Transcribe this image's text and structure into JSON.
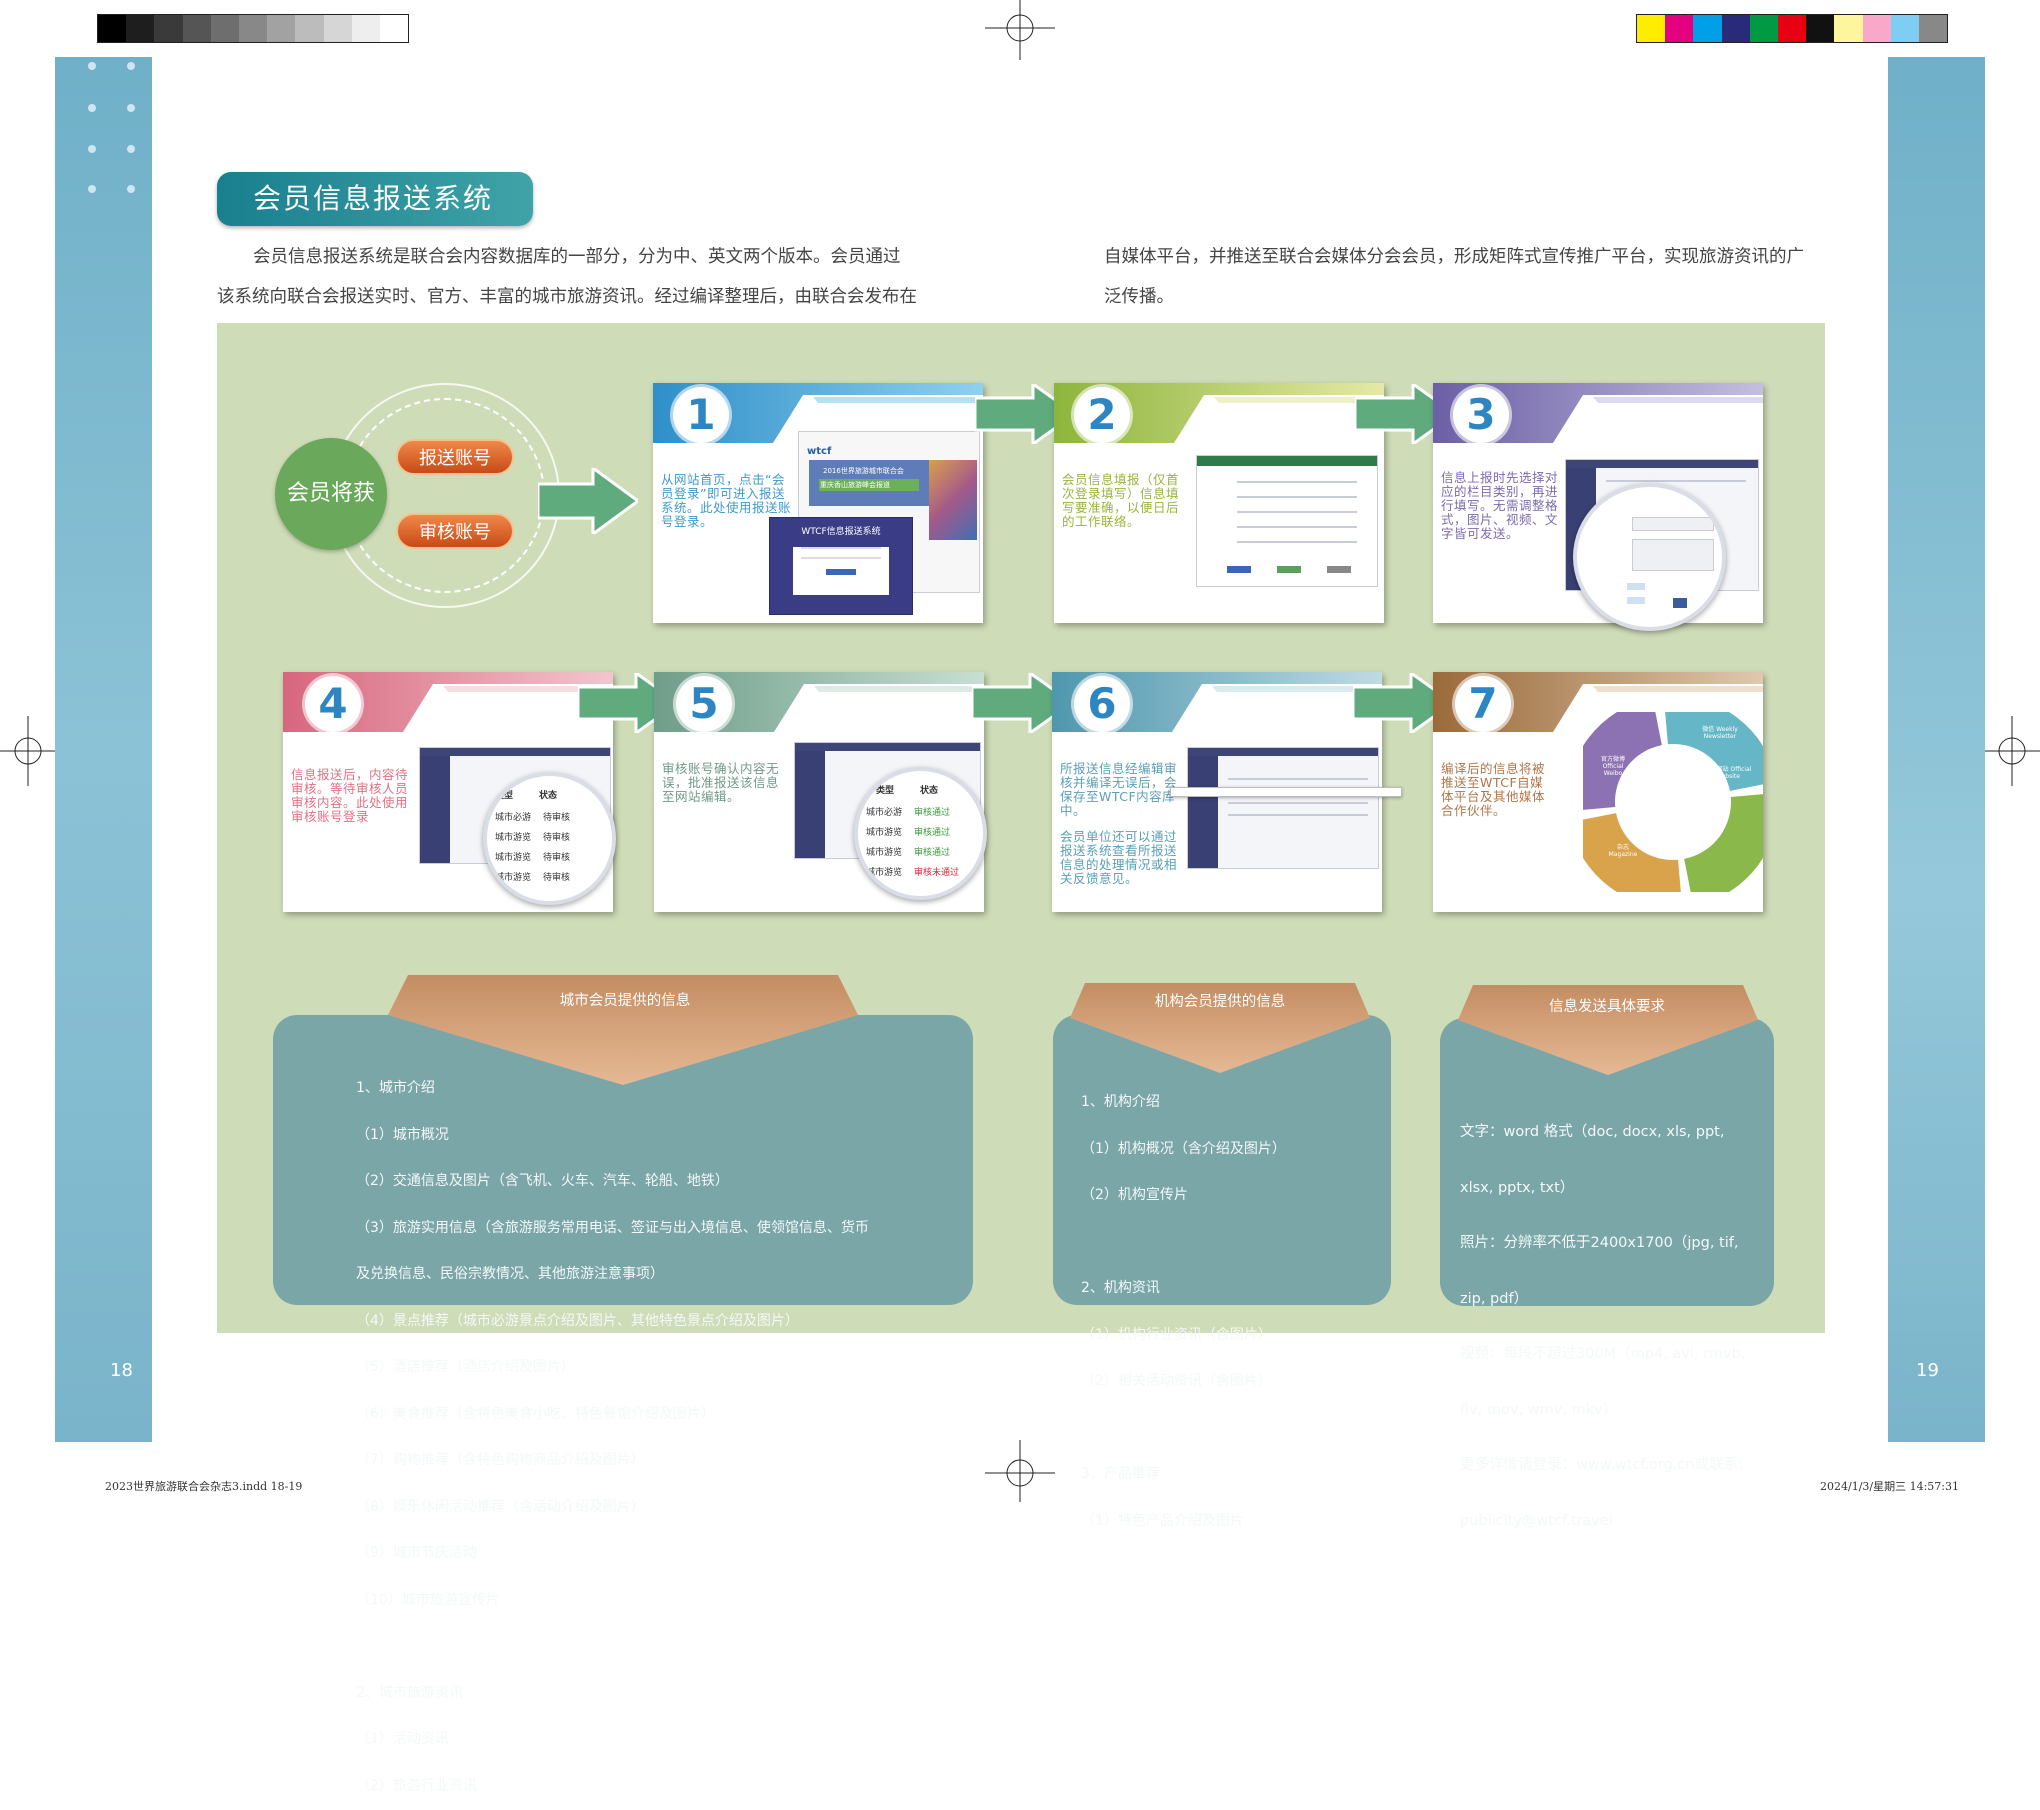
{
  "section_title": "会员信息报送系统",
  "intro": {
    "left_line1": "会员信息报送系统是联合会内容数据库的一部分，分为中、英文两个版本。会员通过",
    "left_line2": "该系统向联合会报送实时、官方、丰富的城市旅游资讯。经过编译整理后，由联合会发布在",
    "right_line1": "自媒体平台，并推送至联合会媒体分会会员，形成矩阵式宣传推广平台，实现旅游资讯的广",
    "right_line2": "泛传播。"
  },
  "member": {
    "label": "会员将获",
    "button_submit": "报送账号",
    "button_review": "审核账号"
  },
  "steps": [
    {
      "num": "1",
      "text": "从网站首页，点击“会员登录”即可进入报送系统。此处使用报送账号登录。",
      "shot_banner": "2016世界旅游城市联合会",
      "shot_banner2": "重庆香山旅游峰会报道",
      "shot_login_title": "WTCF信息报送系统",
      "shot_logo": "wtcf"
    },
    {
      "num": "2",
      "text": "会员信息填报（仅首次登录填写）信息填写要准确，以便日后的工作联络。"
    },
    {
      "num": "3",
      "text": "信息上报时先选择对应的栏目类别，再进行填写。无需调整格式，图片、视频、文字皆可发送。"
    },
    {
      "num": "4",
      "text": "信息报送后，内容待审核。等待审核人员审核内容。此处使用审核账号登录",
      "col_type": "类型",
      "col_status": "状态",
      "rows": [
        [
          "城市必游",
          "待审核"
        ],
        [
          "城市游览",
          "待审核"
        ],
        [
          "城市游览",
          "待审核"
        ],
        [
          "城市游览",
          "待审核"
        ]
      ]
    },
    {
      "num": "5",
      "text": "审核账号确认内容无误，批准报送该信息至网站编辑。",
      "col_type": "类型",
      "col_status": "状态",
      "rows": [
        [
          "城市必游",
          "审核通过"
        ],
        [
          "城市游览",
          "审核通过"
        ],
        [
          "城市游览",
          "审核通过"
        ],
        [
          "城市游览",
          "审核未通过"
        ]
      ]
    },
    {
      "num": "6",
      "text1": "所报送信息经编辑审核并编译无误后，会保存至WTCF内容库中。",
      "text2": "会员单位还可以通过报送系统查看所报送信息的处理情况或相关反馈意见。"
    },
    {
      "num": "7",
      "text": "编译后的信息将被推送至WTCF自媒体平台及其他媒体合作伙伴。",
      "wheel": [
        "微信 Weekly Newsletter",
        "官方网站 Official Website",
        "杂志 Magazine",
        "官方微博 Official Weibo"
      ]
    }
  ],
  "info_city": {
    "heading": "城市会员提供的信息",
    "lines": [
      "1、城市介绍",
      "（1）城市概况",
      "（2）交通信息及图片（含飞机、火车、汽车、轮船、地铁）",
      "（3）旅游实用信息（含旅游服务常用电话、签证与出入境信息、使领馆信息、货币",
      "及兑换信息、民俗宗教情况、其他旅游注意事项）",
      "（4）景点推荐（城市必游景点介绍及图片、其他特色景点介绍及图片）",
      "（5）酒店推荐（酒店介绍及图片）",
      "（6）美食推荐（含特色美食小吃、特色餐馆介绍及图片）",
      "（7）购物推荐（含特色购物商品介绍及图片）",
      "（8）娱乐休闲活动推荐（含活动介绍及图片）",
      "（9）城市节庆活动",
      "（10）城市旅游宣传片",
      "",
      "2、城市旅游资讯",
      "（1）活动资讯",
      "（2）旅游行业资讯"
    ]
  },
  "info_org": {
    "heading": "机构会员提供的信息",
    "lines": [
      "1、机构介绍",
      "（1）机构概况（含介绍及图片）",
      "（2）机构宣传片",
      "",
      "2、机构资讯",
      "（1）机构行业资讯（含图片）",
      "（2）相关活动资讯（含图片）",
      "",
      "3、产品推荐",
      "（1）特色产品介绍及图片"
    ]
  },
  "info_req": {
    "heading": "信息发送具体要求",
    "lines": [
      "文字：word 格式（doc, docx, xls, ppt,",
      "xlsx, pptx, txt）",
      "照片：分辨率不低于2400x1700（jpg, tif,",
      "zip, pdf）",
      "视频：每段不超过300M（mp4, avi, rmvb,",
      "flv, mov, wmv, mkv）",
      "更多详情请登录：www.wtcf.org.cn或联系:",
      "publicity@wtcf.travel"
    ]
  },
  "page_left": "18",
  "page_right": "19",
  "footer_left": "2023世界旅游联合会杂志3.indd   18-19",
  "footer_right": "2024/1/3/星期三   14:57:31",
  "colors": {
    "title_bg": "#1a7f8e",
    "panel": "#cfdcb8",
    "info_box": "#7ba6a8",
    "tri": "#c9956c",
    "side_bar": "#7ab4ca"
  }
}
